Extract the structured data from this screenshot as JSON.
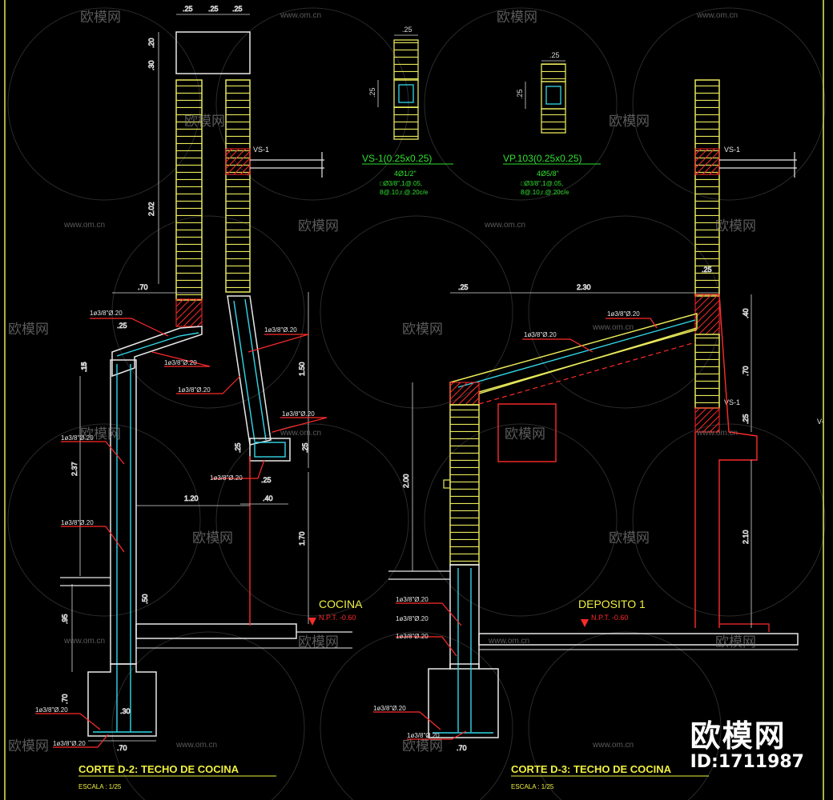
{
  "colors": {
    "background": "#000000",
    "masonry": "#e8e85a",
    "concrete": "#e8e8e8",
    "rebar": "#30d8e8",
    "leader": "#ff2a2a",
    "dimension": "#d8d8d8",
    "green_text": "#30e030",
    "title": "#f0f040"
  },
  "sections": {
    "d2": {
      "title": "CORTE  D-2:  TECHO DE COCINA",
      "scale": "ESCALA : 1/25",
      "room": "COCINA",
      "level": "N.P.T. -0.60",
      "beam_tag": "VS-1",
      "rebar_labels": [
        "1ø3/8\"Ø.20",
        "1ø3/8\"Ø.20",
        "1ø3/8\"Ø.20",
        "1ø3/8\"Ø.20",
        "1ø3/8\"Ø.20",
        "1ø3/8\"Ø.20",
        "1ø3/8\"Ø.20",
        "1ø3/8\"Ø.20",
        "1ø3/8\"Ø.20",
        "1ø3/8\"Ø.20"
      ],
      "dims": {
        "top_a": ".25",
        "top_b": ".25",
        "top_c": ".25",
        "h20": ".20",
        "h30": ".30",
        "h202": "2.02",
        "w70": ".70",
        "w25": ".25",
        "w15": ".15",
        "h237": "2.37",
        "h150": "1.50",
        "w120": "1.20",
        "w40": ".40",
        "w25b": ".25",
        "h25a": ".25",
        "h25b": ".25",
        "h170": "1.70",
        "h50": ".50",
        "h95": ".95",
        "h70": ".70",
        "w30": ".30",
        "w70b": ".70"
      }
    },
    "details": {
      "vs1": {
        "dim_w": ".25",
        "dim_h": ".25",
        "name": "VS-1(0.25x0.25)",
        "bars": "4Ø1/2\"",
        "stirrups_1": "□Ø3/8\",1@.05,",
        "stirrups_2": "8@.10,r.@.20c/e"
      },
      "vp103": {
        "dim_w": ".25",
        "dim_h": ".25",
        "name": "VP.103(0.25x0.25)",
        "bars": "4Ø5/8\"",
        "stirrups_1": "□Ø3/8\",1@.05,",
        "stirrups_2": "8@.10,r.@.20c/e"
      }
    },
    "d3": {
      "title": "CORTE  D-3:  TECHO DE COCINA",
      "scale": "ESCALA : 1/25",
      "room": "DEPOSITO  1",
      "level": "N.P.T. -0.60",
      "beam_tag_1": "VS-1",
      "beam_tag_2": "VS-1",
      "side_tag": "V-",
      "rebar_labels": [
        "1ø3/8\"Ø.20",
        "1ø3/8\"Ø.20",
        "1ø3/8\"Ø.20",
        "1ø3/8\"Ø.20",
        "1ø3/8\"Ø.20",
        "1ø3/8\"Ø.20",
        "1ø3/8\"Ø.20"
      ],
      "dims": {
        "w25": ".25",
        "w230": "2.30",
        "w25b": ".25",
        "h40": ".40",
        "h70": ".70",
        "h25": ".25",
        "h200": "2.00",
        "h210": "2.10",
        "h70b": ".70"
      }
    }
  },
  "watermark": {
    "brand": "欧模网",
    "site": "www.om.cn",
    "logo_text": "欧模网",
    "id_text": "ID:1711987"
  }
}
